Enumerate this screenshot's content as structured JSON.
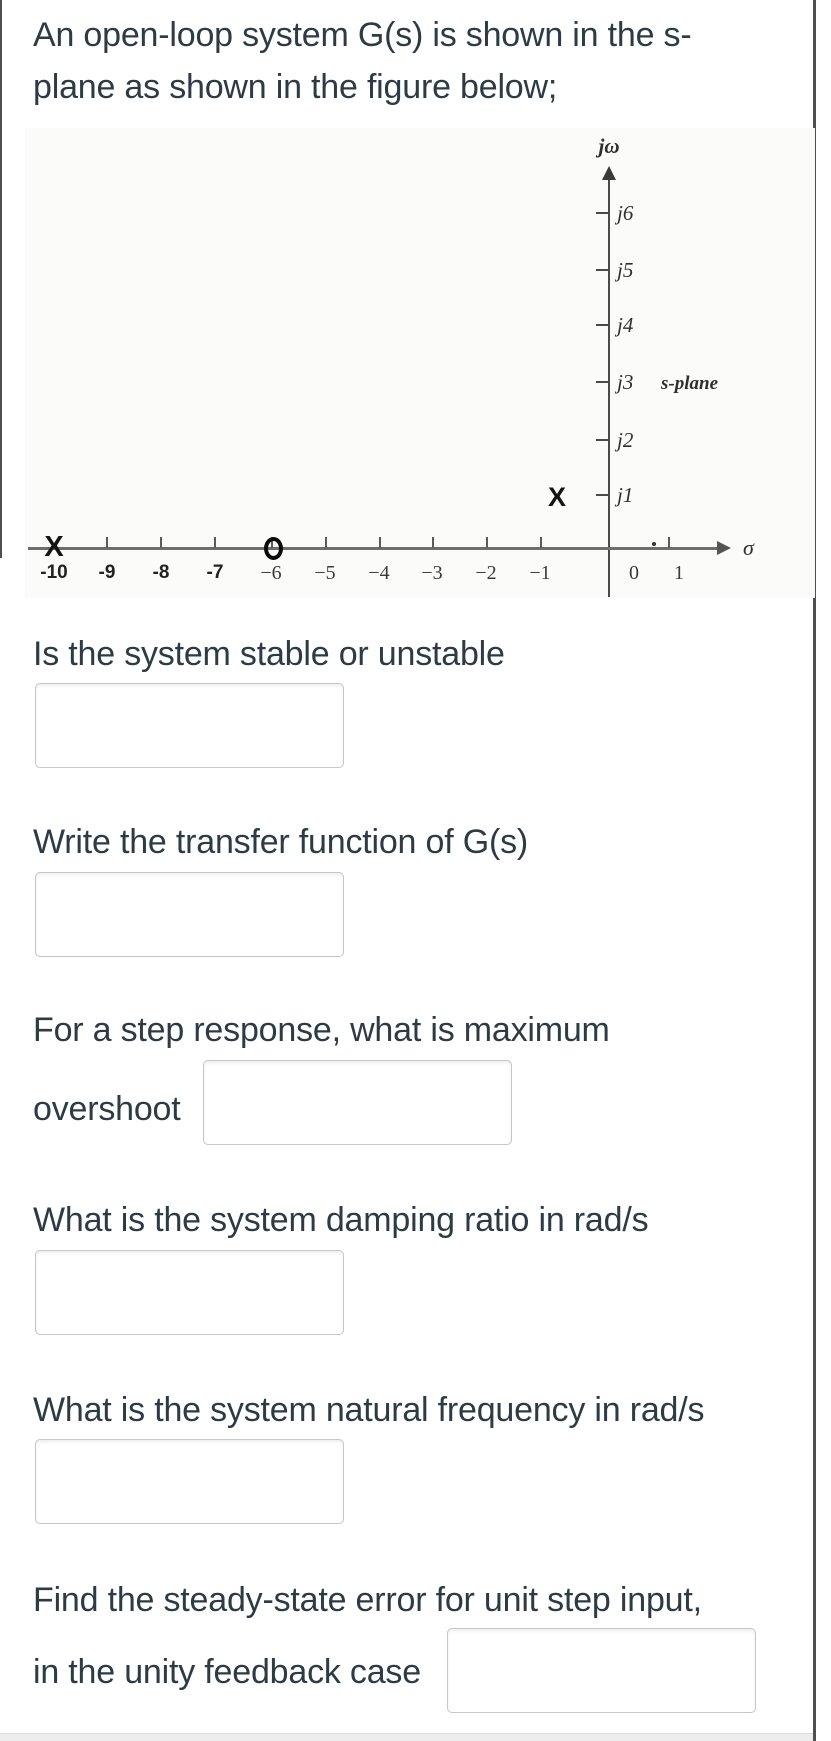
{
  "title_full": "An open-loop system G(s) is shown in the s-plane as shown in the figure below;",
  "title_lines": [
    "An open-loop system G(s) is shown in the s-",
    "plane as shown in the figure below;"
  ],
  "figure": {
    "plane_label": "s-plane",
    "vertical_axis_label": "jω",
    "horizontal_axis_label": "σ",
    "vertical_tick_labels": [
      "j6",
      "j5",
      "j4",
      "j3",
      "j2",
      "j1"
    ],
    "horizontal_tick_labels": [
      "-10",
      "-9",
      "-8",
      "-7",
      "−6",
      "−5",
      "−4",
      "−3",
      "−2",
      "−1",
      "0",
      "1"
    ],
    "markers": [
      {
        "type": "pole",
        "glyph": "X",
        "sigma": -10,
        "jomega": 0
      },
      {
        "type": "zero",
        "glyph": "O",
        "sigma": -6,
        "jomega": 0
      },
      {
        "type": "pole",
        "glyph": "X",
        "sigma": -1,
        "jomega": 1
      }
    ]
  },
  "chart_data": {
    "type": "scatter",
    "title": "s-plane pole-zero map",
    "xlabel": "σ",
    "ylabel": "jω",
    "xlim": [
      -10,
      1
    ],
    "ylim": [
      0,
      6
    ],
    "series": [
      {
        "name": "poles (X)",
        "points": [
          [
            -10,
            0
          ],
          [
            -1,
            1
          ]
        ]
      },
      {
        "name": "zeros (O)",
        "points": [
          [
            -6,
            0
          ]
        ]
      }
    ],
    "annotations": [
      "s-plane"
    ]
  },
  "questions": [
    {
      "label": "Is the system stable or unstable",
      "input_value": ""
    },
    {
      "label": "Write the transfer function of G(s)",
      "input_value": ""
    },
    {
      "label_line1": "For a step response, what is maximum",
      "label_line2": "overshoot",
      "input_value": ""
    },
    {
      "label": "What is the system damping ratio in rad/s",
      "input_value": ""
    },
    {
      "label": "What is the system natural frequency in rad/s",
      "input_value": ""
    },
    {
      "label_line1": "Find the steady-state error for unit step input,",
      "label_line2": "in the unity feedback case",
      "input_value": ""
    }
  ]
}
